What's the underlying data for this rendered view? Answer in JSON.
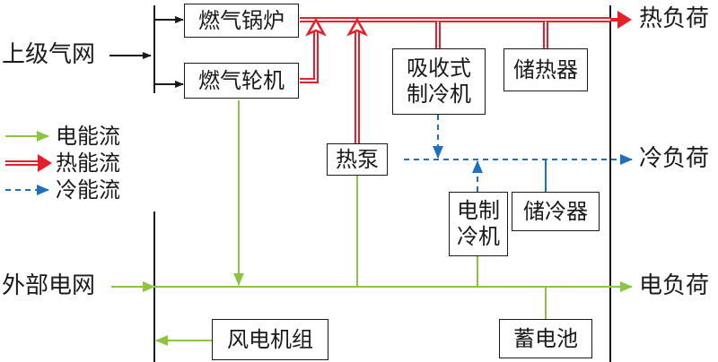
{
  "components": {
    "gas_boiler": "燃气锅炉",
    "gas_turbine": "燃气轮机",
    "absorption_chiller_line1": "吸收式",
    "absorption_chiller_line2": "制冷机",
    "heat_storage": "储热器",
    "heat_pump": "热泵",
    "electric_chiller_line1": "电制",
    "electric_chiller_line2": "冷机",
    "cold_storage": "储冷器",
    "battery": "蓄电池",
    "wind_turbine": "风电机组"
  },
  "sources": {
    "upstream_gas_grid": "上级气网",
    "external_power_grid": "外部电网"
  },
  "loads": {
    "heat_load": "热负荷",
    "cold_load": "冷负荷",
    "electric_load": "电负荷"
  },
  "legend": {
    "electric_flow": "电能流",
    "heat_flow": "热能流",
    "cold_flow": "冷能流"
  },
  "colors": {
    "electric": "#8cc63f",
    "heat": "#e5202a",
    "cold": "#1e6fbf",
    "gas": "#1a1a1a"
  }
}
